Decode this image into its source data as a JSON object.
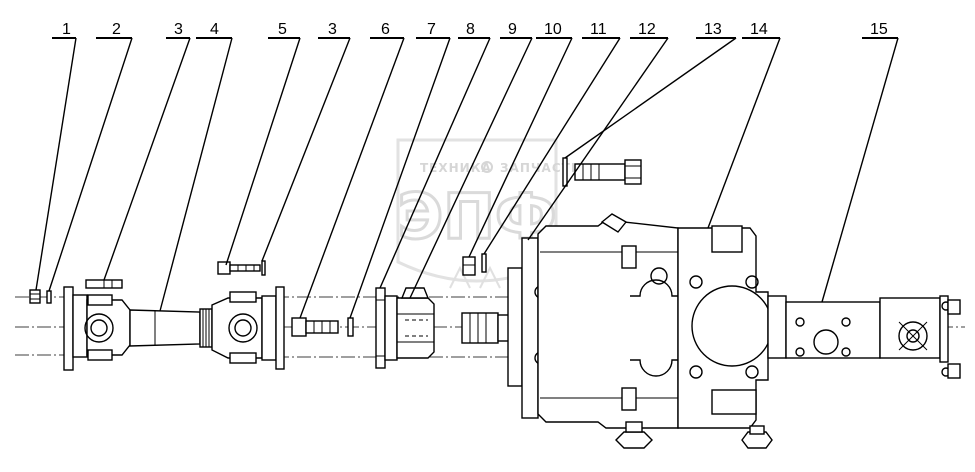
{
  "watermark": {
    "text_left": "ТЕХНИКА",
    "text_right": "ЗАПЧАСТИ",
    "logo": "ЭПФ"
  },
  "callouts": [
    "1",
    "2",
    "3",
    "4",
    "5",
    "3",
    "6",
    "7",
    "8",
    "9",
    "10",
    "11",
    "12",
    "13",
    "14",
    "15"
  ]
}
